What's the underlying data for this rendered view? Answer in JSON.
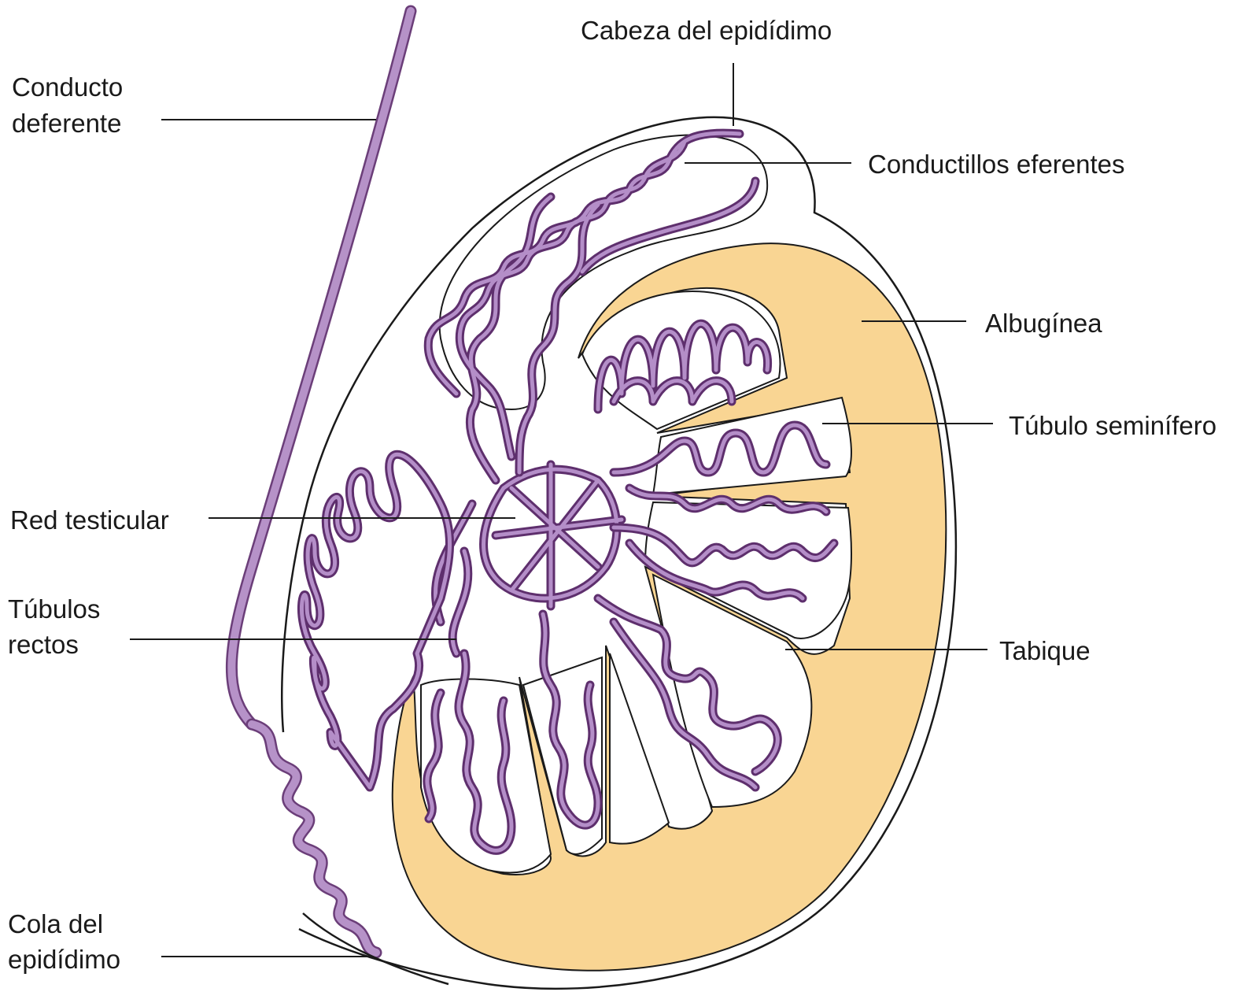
{
  "labels": {
    "conducto_deferente_1": "Conducto",
    "conducto_deferente_2": "deferente",
    "cabeza_epididimo": "Cabeza del epidídimo",
    "conductillos_eferentes": "Conductillos eferentes",
    "albuginea": "Albugínea",
    "tubulo_seminifero": "Túbulo seminífero",
    "red_testicular": "Red testicular",
    "tubulos_rectos_1": "Túbulos",
    "tubulos_rectos_2": "rectos",
    "tabique": "Tabique",
    "cola_epididimo_1": "Cola del",
    "cola_epididimo_2": "epidídimo"
  },
  "colors": {
    "albuginea_fill": "#f9d593",
    "tubule_purple": "#b48ec8",
    "tubule_outline": "#5e2f6d",
    "duct_purple": "#b692c8",
    "line": "#1a1a1a",
    "background": "#ffffff"
  }
}
